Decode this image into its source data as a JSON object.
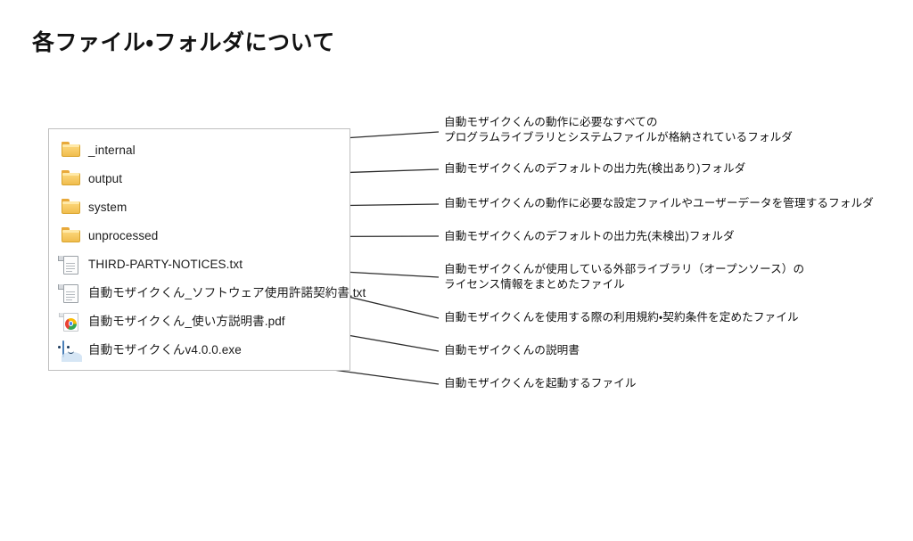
{
  "slide": {
    "title": "各ファイル・フォルダについて",
    "background_color": "#ffffff"
  },
  "file_panel": {
    "border_color": "#bfbfbf",
    "background_color": "#ffffff",
    "items": [
      {
        "name": "_internal",
        "icon": "folder-icon",
        "type": "folder"
      },
      {
        "name": "output",
        "icon": "folder-icon",
        "type": "folder"
      },
      {
        "name": "system",
        "icon": "folder-icon",
        "type": "folder"
      },
      {
        "name": "unprocessed",
        "icon": "folder-icon",
        "type": "folder"
      },
      {
        "name": "THIRD-PARTY-NOTICES.txt",
        "icon": "text-file-icon",
        "type": "file"
      },
      {
        "name": "自動モザイクくん_ソフトウェア使用許諾契約書.txt",
        "icon": "text-file-icon",
        "type": "file"
      },
      {
        "name": "自動モザイクくん_使い方説明書.pdf",
        "icon": "pdf-chrome-icon",
        "type": "file"
      },
      {
        "name": "自動モザイクくんv4.0.0.exe",
        "icon": "application-icon",
        "type": "file"
      }
    ]
  },
  "annotations": [
    {
      "target": "_internal",
      "lines": [
        "自動モザイクくんの動作に必要なすべての",
        "プログラムライブラリとシステムファイルが格納されているフォルダ"
      ]
    },
    {
      "target": "output",
      "lines": [
        "自動モザイクくんのデフォルトの出力先(検出あり)フォルダ"
      ]
    },
    {
      "target": "system",
      "lines": [
        "自動モザイクくんの動作に必要な設定ファイルやユーザーデータを管理するフォルダ"
      ]
    },
    {
      "target": "unprocessed",
      "lines": [
        "自動モザイクくんのデフォルトの出力先(未検出)フォルダ"
      ]
    },
    {
      "target": "THIRD-PARTY-NOTICES.txt",
      "lines": [
        "自動モザイクくんが使用している外部ライブラリ（オープンソース）の",
        "ライセンス情報をまとめたファイル"
      ]
    },
    {
      "target": "自動モザイクくん_ソフトウェア使用許諾契約書.txt",
      "lines": [
        "自動モザイクくんを使用する際の利用規約・契約条件を定めたファイル"
      ]
    },
    {
      "target": "自動モザイクくん_使い方説明書.pdf",
      "lines": [
        "自動モザイクくんの説明書"
      ]
    },
    {
      "target": "自動モザイクくんv4.0.0.exe",
      "lines": [
        "自動モザイクくんを起動するファイル"
      ]
    }
  ]
}
